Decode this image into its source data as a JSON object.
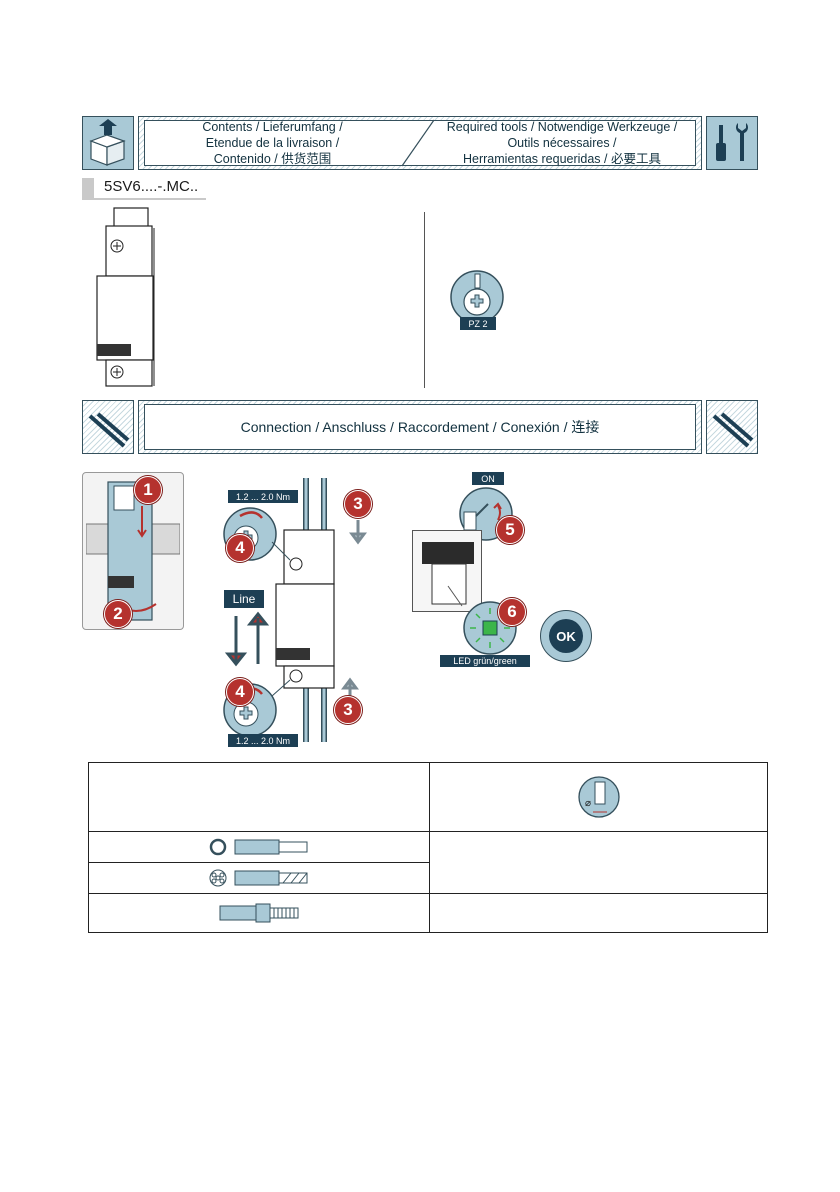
{
  "header_contents": {
    "left_lines": [
      "Contents / Lieferumfang /",
      "Etendue de la livraison /",
      "Contenido / 供货范围"
    ],
    "right_lines": [
      "Required tools / Notwendige Werkzeuge /",
      "Outils nécessaires /",
      "Herramientas requeridas / 必要工具"
    ]
  },
  "product": {
    "code": "5SV6....-.MC.."
  },
  "tool": {
    "label": "PZ 2"
  },
  "header_connection": {
    "title": "Connection / Anschluss / Raccordement / Conexión / 连接"
  },
  "steps": {
    "one": "1",
    "two": "2",
    "three": "3",
    "four": "4",
    "five": "5",
    "six": "6",
    "torque_top": "1.2 ... 2.0  Nm",
    "torque_bottom": "1.2 ... 2.0  Nm",
    "line": "Line",
    "on": "ON",
    "led": "LED grün/green",
    "ok": "OK"
  },
  "spec_table": {
    "cable_icons": [
      "solid-conductor-icon",
      "stranded-conductor-icon",
      "ferrule-conductor-icon"
    ]
  },
  "colors": {
    "accent": "#a9c9d6",
    "dark": "#1d3f54",
    "step_red": "#b5322e",
    "led_green": "#3cb54a"
  }
}
